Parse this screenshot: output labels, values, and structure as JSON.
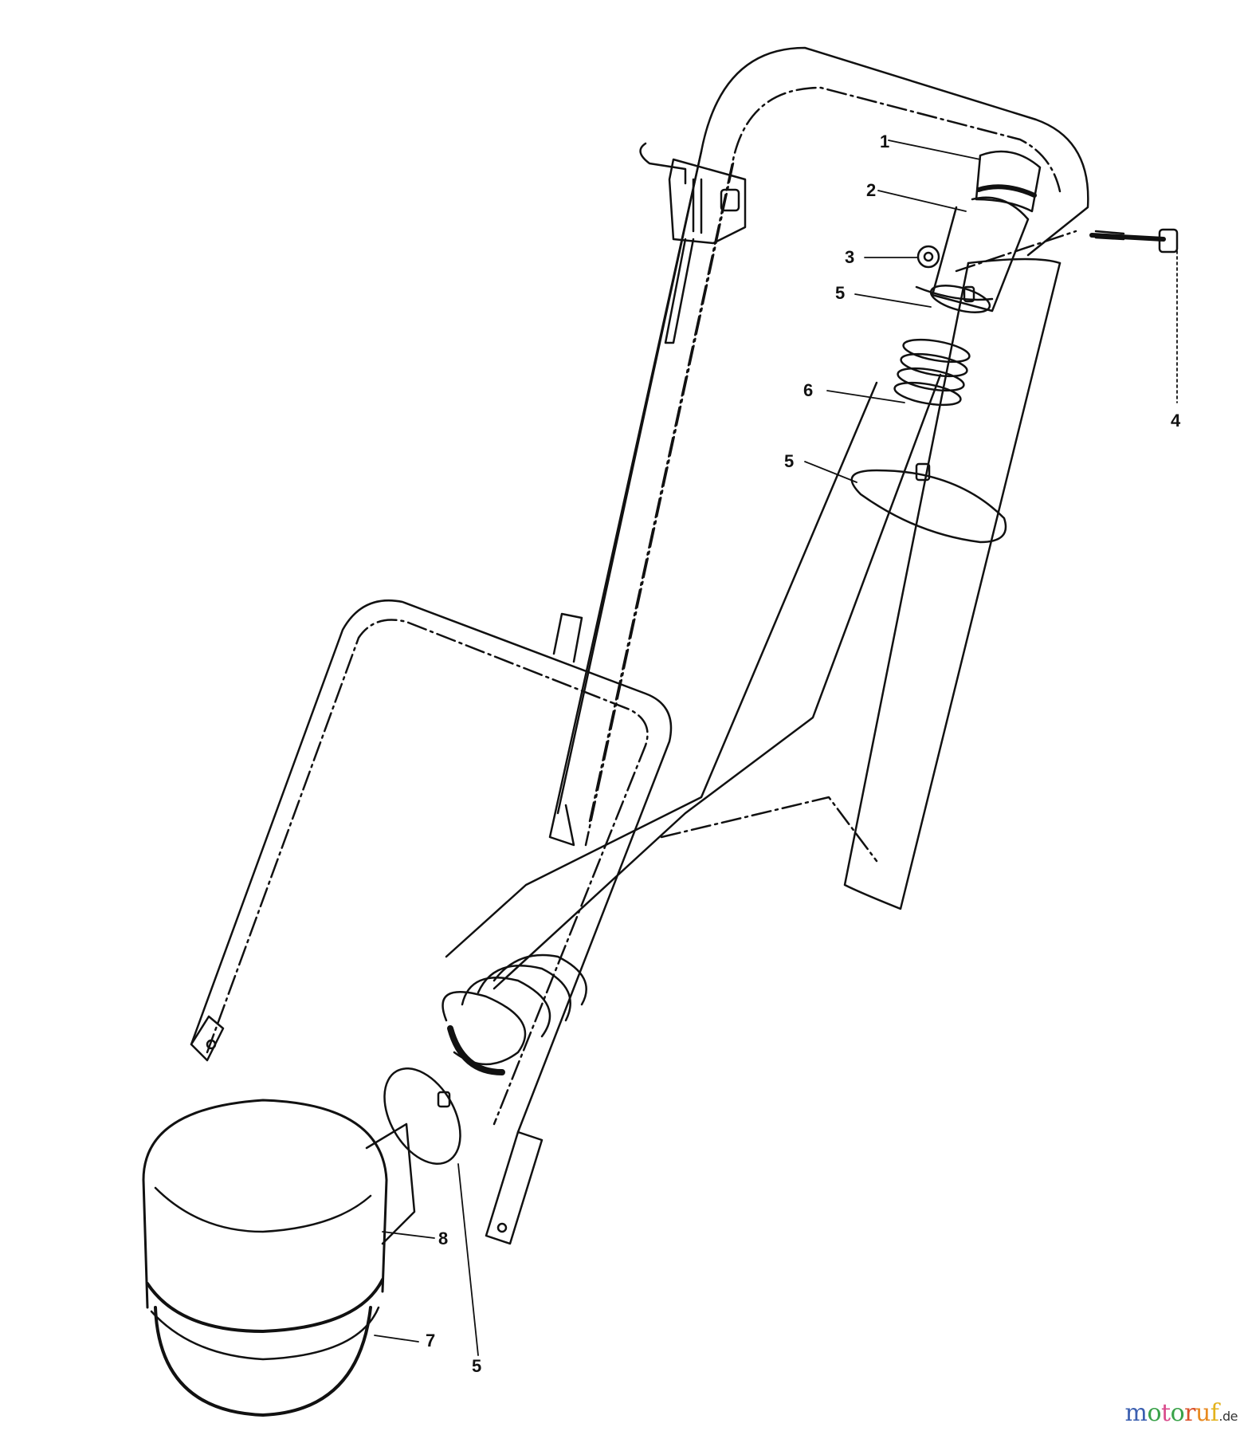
{
  "diagram": {
    "type": "exploded-parts-diagram",
    "subject": "handle assembly with vacuum tube and collection bag",
    "callouts": [
      {
        "id": "1",
        "label": "1",
        "part": "end cap"
      },
      {
        "id": "2",
        "label": "2",
        "part": "upper tube"
      },
      {
        "id": "3",
        "label": "3",
        "part": "nut"
      },
      {
        "id": "4",
        "label": "4",
        "part": "bolt"
      },
      {
        "id": "5a",
        "label": "5",
        "part": "clamp (upper tube)"
      },
      {
        "id": "5b",
        "label": "5",
        "part": "clamp (hose top)"
      },
      {
        "id": "5c",
        "label": "5",
        "part": "clamp (hose bottom)"
      },
      {
        "id": "6",
        "label": "6",
        "part": "flexible hose"
      },
      {
        "id": "7",
        "label": "7",
        "part": "bag bottom"
      },
      {
        "id": "8",
        "label": "8",
        "part": "bag"
      }
    ]
  },
  "watermark": {
    "letters": [
      {
        "ch": "m",
        "color": "#3b5fb0"
      },
      {
        "ch": "o",
        "color": "#3aa24a"
      },
      {
        "ch": "t",
        "color": "#d94b8c"
      },
      {
        "ch": "o",
        "color": "#3aa24a"
      },
      {
        "ch": "r",
        "color": "#d9512a"
      },
      {
        "ch": "u",
        "color": "#e8891f"
      },
      {
        "ch": "f",
        "color": "#e3b21c"
      }
    ],
    "suffix": ".de"
  }
}
